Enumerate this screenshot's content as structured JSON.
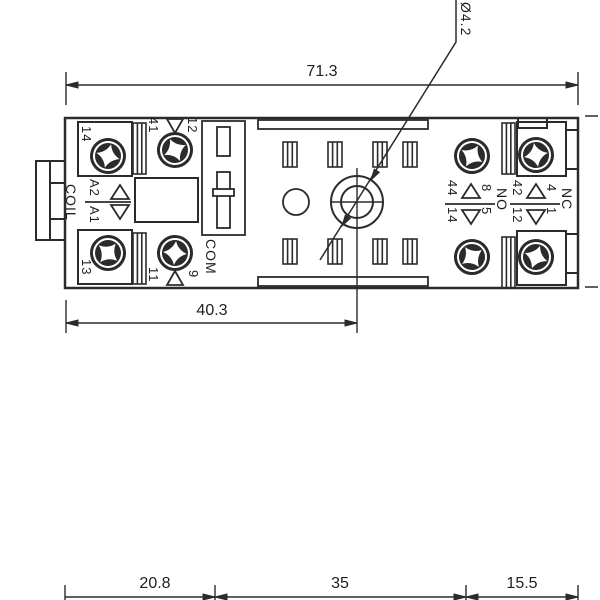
{
  "title": "relay-socket-dimension-drawing",
  "dims": {
    "width_top": "71.3",
    "hole_offset": "40.3",
    "hole_diameter": "Ø4.2",
    "bottom_left": "20.8",
    "bottom_mid": "35",
    "bottom_right": "15.5"
  },
  "labels": {
    "coil": "COIL",
    "com": "COM",
    "no": "NO",
    "nc": "NC",
    "a2": "A2",
    "a1": "A1",
    "t14": "14",
    "t41": "41",
    "t12": "12",
    "t13": "13",
    "t11": "11",
    "t9": "9",
    "no_top_left": "44",
    "no_top_right": "8",
    "no_bot_left": "14",
    "no_bot_right": "5",
    "nc_top_left": "42",
    "nc_top_right": "4",
    "nc_bot_left": "12",
    "nc_bot_right": "1"
  },
  "colors": {
    "line": "#2b2b2b",
    "text": "#1e1e1e",
    "background": "#ffffff"
  }
}
